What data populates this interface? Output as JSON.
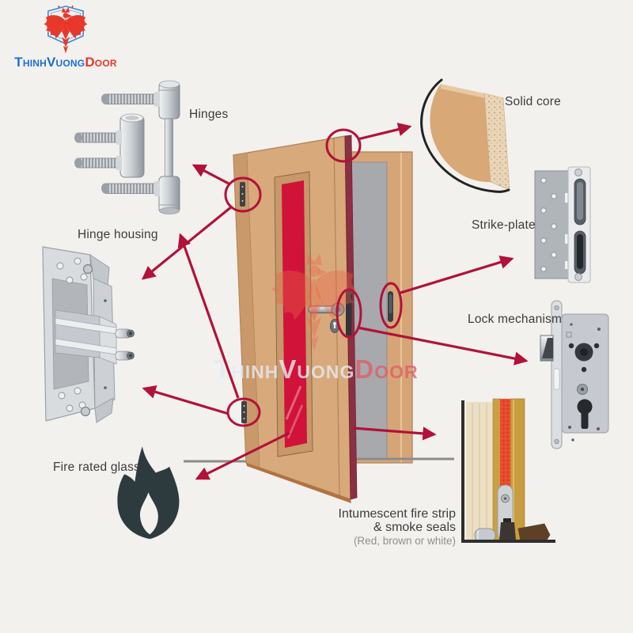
{
  "page": {
    "background_color": "#f2f1ee"
  },
  "logo": {
    "word_primary": "ThinhVuong",
    "word_secondary": "Door"
  },
  "watermark": {
    "word_primary": "ThinhVuong",
    "word_secondary": "Door"
  },
  "callouts": {
    "hinges": {
      "label": "Hinges"
    },
    "hinge_housing": {
      "label": "Hinge housing"
    },
    "fire_rated_glass": {
      "label": "Fire rated glass"
    },
    "solid_core": {
      "label": "Solid core"
    },
    "strike_plate": {
      "label": "Strike-plate"
    },
    "lock_mechanism": {
      "label": "Lock mechanism"
    },
    "intumescent_strip": {
      "label_line1": "Intumescent fire strip",
      "label_line2": "& smoke seals",
      "label_note": "(Red, brown or white)"
    }
  },
  "icons": [
    "flame-icon",
    "brand-eagle-icon",
    "watermark-eagle-icon"
  ],
  "colors": {
    "accent_red": "#b11239",
    "door_tan": "#d8a97b",
    "door_edge_maroon": "#8c2f42",
    "glass_red": "#d11239",
    "flame_dark": "#2d3b3f",
    "frame_gray": "#a8a9ad",
    "metal_gray": "#c6cad0",
    "logo_blue": "#1b6fd0",
    "logo_red": "#e8382b"
  }
}
